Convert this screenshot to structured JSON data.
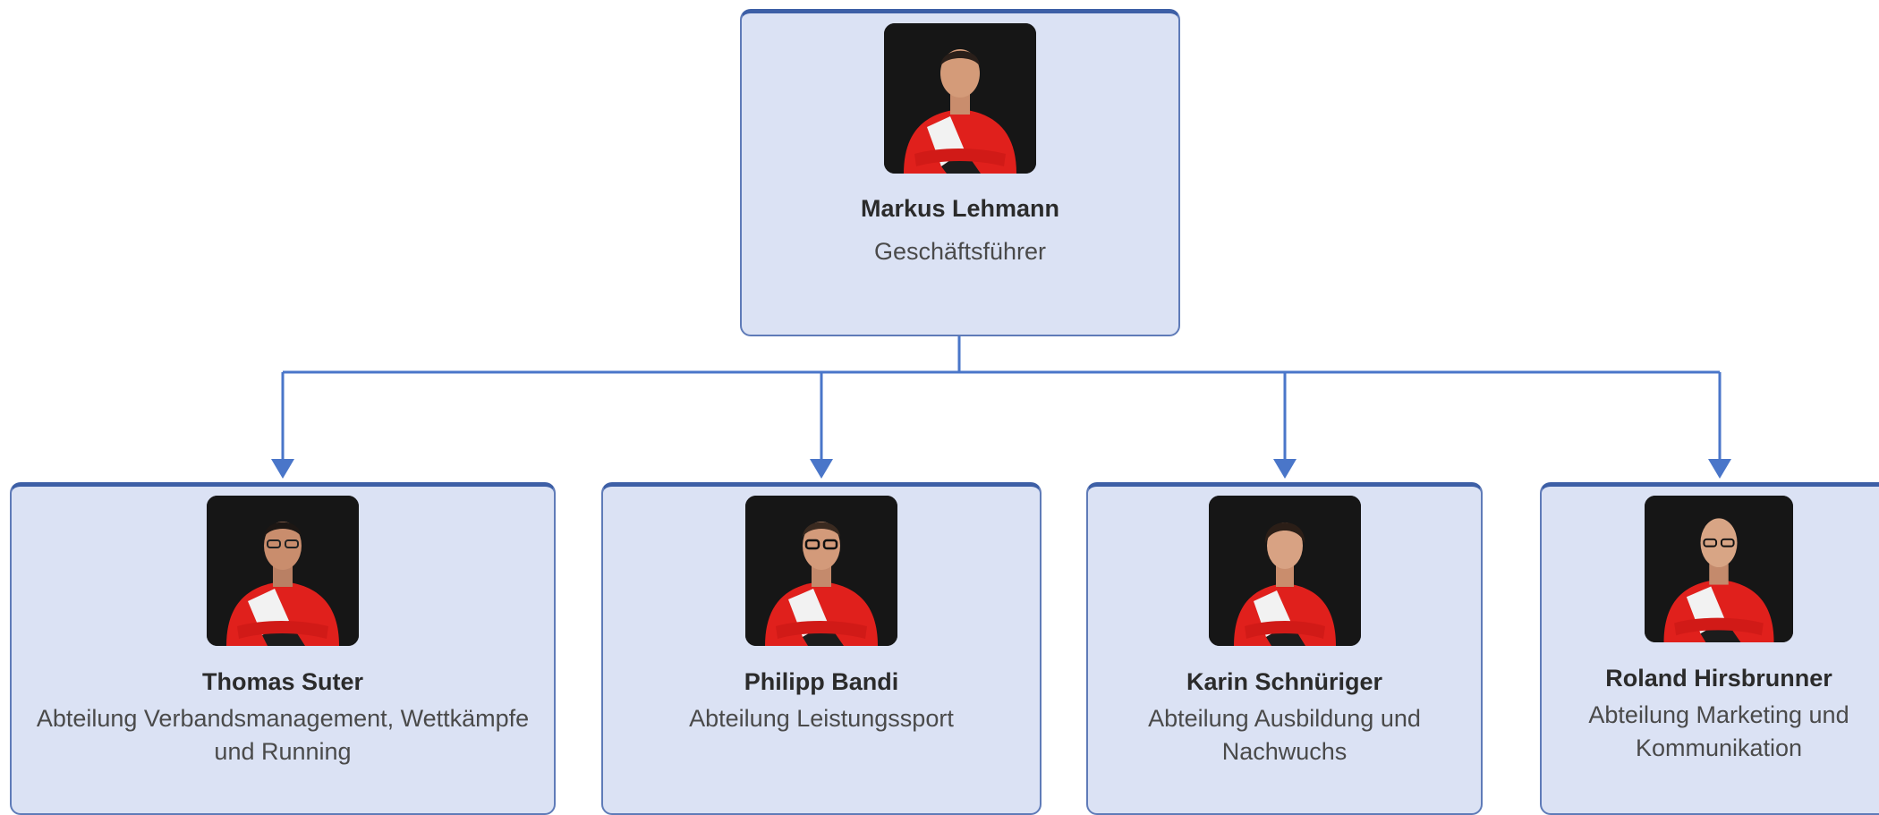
{
  "colors": {
    "card_fill": "#dbe2f4",
    "card_border": "#5f7bb8",
    "connector": "#4a76c9",
    "photo_background": "#161616",
    "jacket_red": "#e0201c"
  },
  "ceo": {
    "name": "Markus Lehmann",
    "role": "Geschäftsführer",
    "photo": "portrait-photo"
  },
  "departments": [
    {
      "name": "Thomas Suter",
      "role": "Abteilung Verbandsmanagement, Wettkämpfe und Running",
      "photo": "portrait-photo"
    },
    {
      "name": "Philipp Bandi",
      "role": "Abteilung Leistungssport",
      "photo": "portrait-photo"
    },
    {
      "name": "Karin Schnüriger",
      "role": "Abteilung Ausbildung und Nachwuchs",
      "photo": "portrait-photo"
    },
    {
      "name": "Roland Hirsbrunner",
      "role": "Abteilung Marketing und Kommunikation",
      "photo": "portrait-photo"
    }
  ]
}
